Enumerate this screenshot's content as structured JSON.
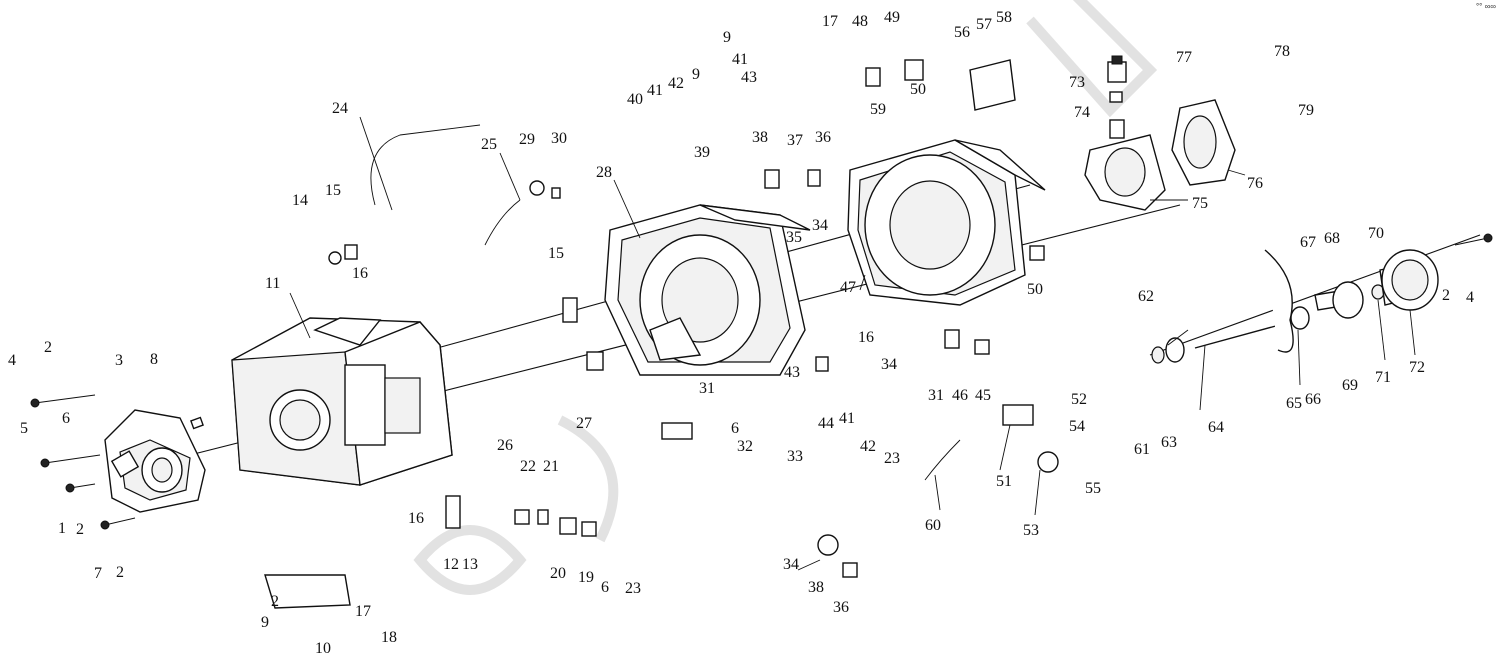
{
  "corner_mark": "°° ∞∞",
  "callouts": [
    {
      "id": "c-1",
      "text": "1"
    },
    {
      "id": "c-2a",
      "text": "2"
    },
    {
      "id": "c-2b",
      "text": "2"
    },
    {
      "id": "c-2c",
      "text": "2"
    },
    {
      "id": "c-2d",
      "text": "2"
    },
    {
      "id": "c-2e",
      "text": "2"
    },
    {
      "id": "c-3",
      "text": "3"
    },
    {
      "id": "c-4a",
      "text": "4"
    },
    {
      "id": "c-4b",
      "text": "4"
    },
    {
      "id": "c-5",
      "text": "5"
    },
    {
      "id": "c-6a",
      "text": "6"
    },
    {
      "id": "c-6b",
      "text": "6"
    },
    {
      "id": "c-6c",
      "text": "6"
    },
    {
      "id": "c-7",
      "text": "7"
    },
    {
      "id": "c-8",
      "text": "8"
    },
    {
      "id": "c-9a",
      "text": "9"
    },
    {
      "id": "c-9b",
      "text": "9"
    },
    {
      "id": "c-9c",
      "text": "9"
    },
    {
      "id": "c-10",
      "text": "10"
    },
    {
      "id": "c-11",
      "text": "11"
    },
    {
      "id": "c-12",
      "text": "12"
    },
    {
      "id": "c-13",
      "text": "13"
    },
    {
      "id": "c-14",
      "text": "14"
    },
    {
      "id": "c-15a",
      "text": "15"
    },
    {
      "id": "c-15b",
      "text": "15"
    },
    {
      "id": "c-16a",
      "text": "16"
    },
    {
      "id": "c-16b",
      "text": "16"
    },
    {
      "id": "c-16c",
      "text": "16"
    },
    {
      "id": "c-17a",
      "text": "17"
    },
    {
      "id": "c-17b",
      "text": "17"
    },
    {
      "id": "c-18",
      "text": "18"
    },
    {
      "id": "c-19",
      "text": "19"
    },
    {
      "id": "c-20",
      "text": "20"
    },
    {
      "id": "c-21",
      "text": "21"
    },
    {
      "id": "c-22",
      "text": "22"
    },
    {
      "id": "c-23a",
      "text": "23"
    },
    {
      "id": "c-23b",
      "text": "23"
    },
    {
      "id": "c-24",
      "text": "24"
    },
    {
      "id": "c-25",
      "text": "25"
    },
    {
      "id": "c-26",
      "text": "26"
    },
    {
      "id": "c-27",
      "text": "27"
    },
    {
      "id": "c-28",
      "text": "28"
    },
    {
      "id": "c-29",
      "text": "29"
    },
    {
      "id": "c-30",
      "text": "30"
    },
    {
      "id": "c-31a",
      "text": "31"
    },
    {
      "id": "c-31b",
      "text": "31"
    },
    {
      "id": "c-32",
      "text": "32"
    },
    {
      "id": "c-33",
      "text": "33"
    },
    {
      "id": "c-34a",
      "text": "34"
    },
    {
      "id": "c-34b",
      "text": "34"
    },
    {
      "id": "c-34c",
      "text": "34"
    },
    {
      "id": "c-35",
      "text": "35"
    },
    {
      "id": "c-36a",
      "text": "36"
    },
    {
      "id": "c-36b",
      "text": "36"
    },
    {
      "id": "c-37",
      "text": "37"
    },
    {
      "id": "c-38a",
      "text": "38"
    },
    {
      "id": "c-38b",
      "text": "38"
    },
    {
      "id": "c-39",
      "text": "39"
    },
    {
      "id": "c-40",
      "text": "40"
    },
    {
      "id": "c-41a",
      "text": "41"
    },
    {
      "id": "c-41b",
      "text": "41"
    },
    {
      "id": "c-41c",
      "text": "41"
    },
    {
      "id": "c-42a",
      "text": "42"
    },
    {
      "id": "c-42b",
      "text": "42"
    },
    {
      "id": "c-43a",
      "text": "43"
    },
    {
      "id": "c-43b",
      "text": "43"
    },
    {
      "id": "c-44",
      "text": "44"
    },
    {
      "id": "c-45",
      "text": "45"
    },
    {
      "id": "c-46",
      "text": "46"
    },
    {
      "id": "c-47",
      "text": "47"
    },
    {
      "id": "c-48",
      "text": "48"
    },
    {
      "id": "c-49",
      "text": "49"
    },
    {
      "id": "c-50a",
      "text": "50"
    },
    {
      "id": "c-50b",
      "text": "50"
    },
    {
      "id": "c-51",
      "text": "51"
    },
    {
      "id": "c-52",
      "text": "52"
    },
    {
      "id": "c-53",
      "text": "53"
    },
    {
      "id": "c-54",
      "text": "54"
    },
    {
      "id": "c-55",
      "text": "55"
    },
    {
      "id": "c-56",
      "text": "56"
    },
    {
      "id": "c-57",
      "text": "57"
    },
    {
      "id": "c-58",
      "text": "58"
    },
    {
      "id": "c-59",
      "text": "59"
    },
    {
      "id": "c-60",
      "text": "60"
    },
    {
      "id": "c-61",
      "text": "61"
    },
    {
      "id": "c-62",
      "text": "62"
    },
    {
      "id": "c-63",
      "text": "63"
    },
    {
      "id": "c-64",
      "text": "64"
    },
    {
      "id": "c-65",
      "text": "65"
    },
    {
      "id": "c-66",
      "text": "66"
    },
    {
      "id": "c-67",
      "text": "67"
    },
    {
      "id": "c-68",
      "text": "68"
    },
    {
      "id": "c-69",
      "text": "69"
    },
    {
      "id": "c-70",
      "text": "70"
    },
    {
      "id": "c-71",
      "text": "71"
    },
    {
      "id": "c-72",
      "text": "72"
    },
    {
      "id": "c-73",
      "text": "73"
    },
    {
      "id": "c-74",
      "text": "74"
    },
    {
      "id": "c-75",
      "text": "75"
    },
    {
      "id": "c-76",
      "text": "76"
    },
    {
      "id": "c-77",
      "text": "77"
    },
    {
      "id": "c-78",
      "text": "78"
    },
    {
      "id": "c-79",
      "text": "79"
    }
  ],
  "colors": {
    "line": "#111111",
    "background": "#ffffff",
    "watermark": "#e6e6e6"
  }
}
